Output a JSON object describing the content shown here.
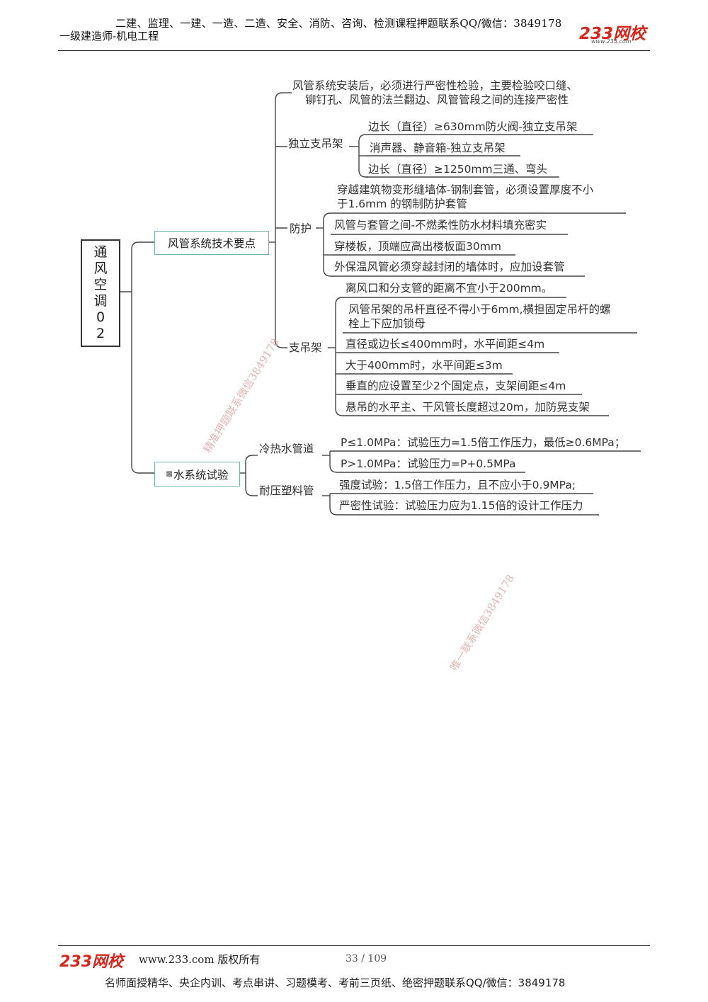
{
  "header": {
    "top_line": "二建、监理、一建、一造、二造、安全、消防、咨询、检测课程押题联系QQ/微信：3849178",
    "subtitle": "一级建造师-机电工程",
    "logo_text": "233网校",
    "logo_url": "www.233.com"
  },
  "root": {
    "chars": [
      "通",
      "风",
      "空",
      "调",
      "0",
      "2"
    ]
  },
  "branch1": {
    "label": "风管系统技术要点",
    "item1": [
      "风管系统安装后，必须进行严密性检验，主要检验咬口缝、",
      "铆钉孔、风管的法兰翻边、风管管段之间的连接严密性"
    ],
    "independent": {
      "label": "独立支吊架",
      "items": [
        "边长（直径）≥630mm防火阀-独立支吊架",
        "消声器、静音箱-独立支吊架",
        "边长（直径）≥1250mm三通、弯头"
      ]
    },
    "protection": {
      "label": "防护",
      "items": [
        [
          "穿越建筑物变形缝墙体-钢制套管，必须设置厚度不小",
          "于1.6mm 的钢制防护套管"
        ],
        [
          "风管与套管之间-不燃柔性防水材料填充密实"
        ],
        [
          "穿楼板，顶端应高出楼板面30mm"
        ],
        [
          "外保温风管必须穿越封闭的墙体时，应加设套管"
        ]
      ]
    },
    "hanger": {
      "label": "支吊架",
      "items": [
        [
          "离风口和分支管的距离不宜小于200mm。"
        ],
        [
          "风管吊架的吊杆直径不得小于6mm,横担固定吊杆的螺",
          "栓上下应加锁母"
        ],
        [
          "直径或边长≤400mm时，水平间距≤4m"
        ],
        [
          "大于400mm时，水平间距≤3m"
        ],
        [
          "垂直的应设置至少2个固定点，支架间距≤4m"
        ],
        [
          "悬吊的水平主、干风管长度超过20m，加防晃支架"
        ]
      ]
    }
  },
  "branch2": {
    "label": "水系统试验",
    "label_prefix": "▩",
    "hot_cold": {
      "label": "冷热水管道",
      "items": [
        "P≤1.0MPa：试验压力=1.5倍工作压力，最低≥0.6MPa；",
        "P>1.0MPa：试验压力=P+0.5MPa"
      ]
    },
    "plastic": {
      "label": "耐压塑料管",
      "items": [
        "强度试验：1.5倍工作压力，且不应小于0.9MPa;",
        "严密性试验：试验压力应为1.15倍的设计工作压力"
      ]
    }
  },
  "watermarks": [
    "精准押题联系微信3849178",
    "唯一联系微信3849178"
  ],
  "footer": {
    "logo_text": "233网校",
    "site": "www.233.com 版权所有",
    "page": "33 / 109",
    "bottom_line": "名师面授精华、央企内训、考点串讲、习题模考、考前三页纸、绝密押题联系QQ/微信：3849178"
  }
}
